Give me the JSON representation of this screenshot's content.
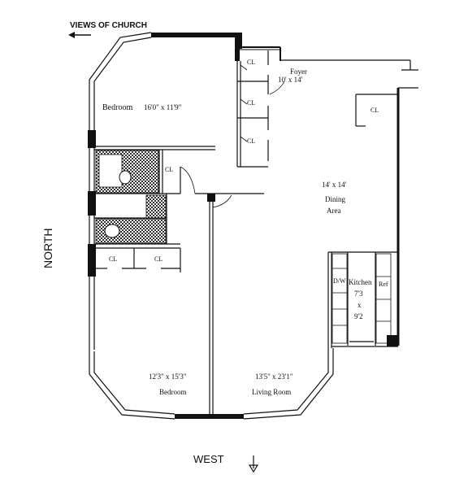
{
  "compass": {
    "views": "VIEWS OF CHURCH",
    "north": "NORTH",
    "west": "WEST"
  },
  "rooms": {
    "bedroom1": {
      "name": "Bedroom",
      "size": "16'0\" x 11'9\""
    },
    "foyer": {
      "name": "Foyer",
      "size": "10' x 14'"
    },
    "dining": {
      "size": "14' x 14'",
      "name_line1": "Dining",
      "name_line2": "Area"
    },
    "kitchen": {
      "name": "Kitchen",
      "dim1": "7'3",
      "x": "x",
      "dim2": "9'2"
    },
    "dw": "D/W",
    "ref": "Ref",
    "bedroom2": {
      "size": "12'3\" x 15'3\"",
      "name": "Bedroom"
    },
    "living": {
      "size": "13'5\" x 23'1\"",
      "name": "Living Room"
    }
  },
  "closet_label": "CL"
}
